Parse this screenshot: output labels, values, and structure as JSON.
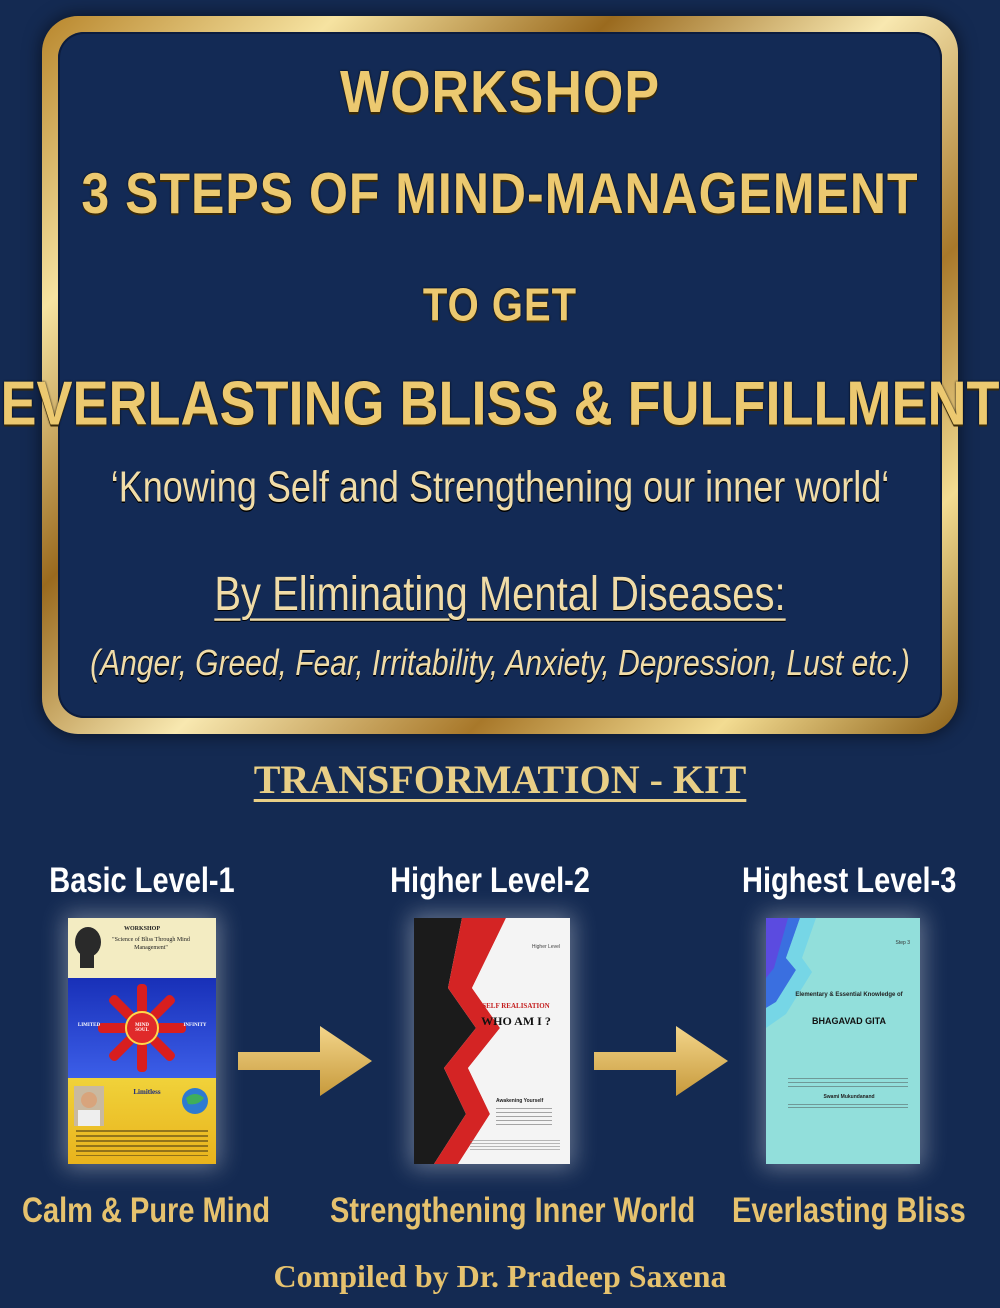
{
  "banner": {
    "line1": "WORKSHOP",
    "line2": "3  STEPS OF MIND-MANAGEMENT",
    "line3": "TO GET",
    "line4": "EVERLASTING BLISS & FULFILLMENT",
    "line5": "‘Knowing Self and Strengthening our inner world‘",
    "line6": "By Eliminating Mental Diseases:",
    "line7": "(Anger, Greed, Fear, Irritability, Anxiety, Depression, Lust etc.)"
  },
  "kit_title": "TRANSFORMATION - KIT",
  "levels": [
    {
      "label": "Basic Level-1",
      "caption": "Calm & Pure Mind",
      "cover": {
        "heading": "WORKSHOP",
        "subtitle": "\"Science of Bliss Through Mind Management\"",
        "wheel_left": "LIMITED",
        "wheel_center": "MIND SOUL",
        "wheel_right": "INFINITY",
        "tagline": "Limitless"
      }
    },
    {
      "label": "Higher Level-2",
      "caption": "Strengthening Inner World",
      "cover": {
        "corner": "Higher Level",
        "heading": "SELF REALISATION",
        "title": "WHO AM I ?",
        "subtitle": "Awakening Yourself"
      }
    },
    {
      "label": "Highest Level-3",
      "caption": "Everlasting Bliss",
      "cover": {
        "corner": "Step 3",
        "heading": "Elementary & Essential Knowledge of",
        "title": "BHAGAVAD GITA",
        "author": "Swami Mukundanand"
      }
    }
  ],
  "footer": "Compiled by Dr. Pradeep Saxena",
  "colors": {
    "background": "#142a52",
    "gold": "#e6c26e",
    "frame_gold": "#d9b35e"
  }
}
